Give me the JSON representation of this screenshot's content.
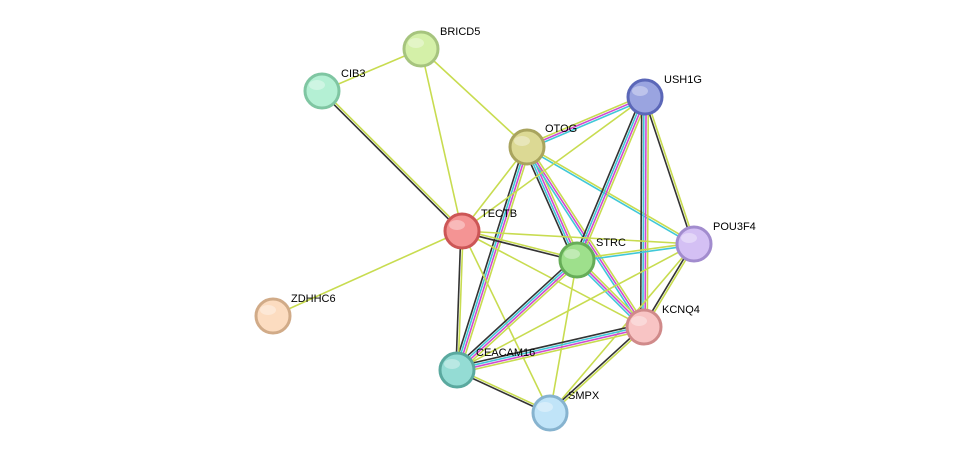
{
  "network": {
    "nodes": [
      {
        "id": "BRICD5",
        "label": "BRICD5",
        "fill": "#d4f0a8",
        "stroke": "#a6c47e"
      },
      {
        "id": "CIB3",
        "label": "CIB3",
        "fill": "#b4f0d4",
        "stroke": "#7fc6a2"
      },
      {
        "id": "USH1G",
        "label": "USH1G",
        "fill": "#9aa4e0",
        "stroke": "#5b67b8"
      },
      {
        "id": "OTOG",
        "label": "OTOG",
        "fill": "#dcd994",
        "stroke": "#a9a45e"
      },
      {
        "id": "TECTB",
        "label": "TECTB",
        "fill": "#f49494",
        "stroke": "#cc5656"
      },
      {
        "id": "STRC",
        "label": "STRC",
        "fill": "#9ee08c",
        "stroke": "#66ad57"
      },
      {
        "id": "POU3F4",
        "label": "POU3F4",
        "fill": "#d4c0f4",
        "stroke": "#a28cce"
      },
      {
        "id": "ZDHHC6",
        "label": "ZDHHC6",
        "fill": "#fcdcc0",
        "stroke": "#d1ab88"
      },
      {
        "id": "KCNQ4",
        "label": "KCNQ4",
        "fill": "#f8c4c4",
        "stroke": "#d08a8a"
      },
      {
        "id": "CEACAM16",
        "label": "CEACAM16",
        "fill": "#94dcd4",
        "stroke": "#5aa99f"
      },
      {
        "id": "SMPX",
        "label": "SMPX",
        "fill": "#c0e4f8",
        "stroke": "#86b3cf"
      }
    ],
    "edges": [
      {
        "source": "BRICD5",
        "target": "CIB3",
        "types": [
          "textmining"
        ]
      },
      {
        "source": "BRICD5",
        "target": "TECTB",
        "types": [
          "textmining"
        ]
      },
      {
        "source": "BRICD5",
        "target": "OTOG",
        "types": [
          "textmining"
        ]
      },
      {
        "source": "CIB3",
        "target": "TECTB",
        "types": [
          "textmining",
          "coexpression"
        ]
      },
      {
        "source": "ZDHHC6",
        "target": "TECTB",
        "types": [
          "textmining"
        ]
      },
      {
        "source": "OTOG",
        "target": "USH1G",
        "types": [
          "textmining",
          "experiments",
          "database"
        ]
      },
      {
        "source": "OTOG",
        "target": "TECTB",
        "types": [
          "textmining"
        ]
      },
      {
        "source": "OTOG",
        "target": "STRC",
        "types": [
          "textmining",
          "experiments",
          "database",
          "coexpression"
        ]
      },
      {
        "source": "OTOG",
        "target": "POU3F4",
        "types": [
          "textmining",
          "database"
        ]
      },
      {
        "source": "OTOG",
        "target": "KCNQ4",
        "types": [
          "textmining",
          "experiments",
          "database"
        ]
      },
      {
        "source": "OTOG",
        "target": "CEACAM16",
        "types": [
          "textmining",
          "experiments",
          "database",
          "coexpression"
        ]
      },
      {
        "source": "USH1G",
        "target": "TECTB",
        "types": [
          "textmining"
        ]
      },
      {
        "source": "USH1G",
        "target": "STRC",
        "types": [
          "textmining",
          "experiments",
          "database",
          "coexpression"
        ]
      },
      {
        "source": "USH1G",
        "target": "POU3F4",
        "types": [
          "textmining",
          "coexpression"
        ]
      },
      {
        "source": "USH1G",
        "target": "KCNQ4",
        "types": [
          "textmining",
          "experiments",
          "database",
          "coexpression"
        ]
      },
      {
        "source": "TECTB",
        "target": "STRC",
        "types": [
          "textmining",
          "coexpression"
        ]
      },
      {
        "source": "TECTB",
        "target": "POU3F4",
        "types": [
          "textmining"
        ]
      },
      {
        "source": "TECTB",
        "target": "KCNQ4",
        "types": [
          "textmining"
        ]
      },
      {
        "source": "TECTB",
        "target": "CEACAM16",
        "types": [
          "textmining",
          "coexpression"
        ]
      },
      {
        "source": "TECTB",
        "target": "SMPX",
        "types": [
          "textmining"
        ]
      },
      {
        "source": "STRC",
        "target": "POU3F4",
        "types": [
          "textmining",
          "database"
        ]
      },
      {
        "source": "STRC",
        "target": "KCNQ4",
        "types": [
          "textmining",
          "experiments",
          "database"
        ]
      },
      {
        "source": "STRC",
        "target": "CEACAM16",
        "types": [
          "textmining",
          "experiments",
          "database",
          "coexpression"
        ]
      },
      {
        "source": "STRC",
        "target": "SMPX",
        "types": [
          "textmining"
        ]
      },
      {
        "source": "POU3F4",
        "target": "KCNQ4",
        "types": [
          "textmining",
          "coexpression"
        ]
      },
      {
        "source": "POU3F4",
        "target": "CEACAM16",
        "types": [
          "textmining"
        ]
      },
      {
        "source": "POU3F4",
        "target": "SMPX",
        "types": [
          "textmining"
        ]
      },
      {
        "source": "KCNQ4",
        "target": "CEACAM16",
        "types": [
          "textmining",
          "experiments",
          "database",
          "coexpression"
        ]
      },
      {
        "source": "KCNQ4",
        "target": "SMPX",
        "types": [
          "textmining",
          "coexpression"
        ]
      },
      {
        "source": "CEACAM16",
        "target": "SMPX",
        "types": [
          "textmining",
          "coexpression"
        ]
      }
    ],
    "edge_colors": {
      "textmining": "#c8dc50",
      "experiments": "#d04ad0",
      "database": "#40c8d8",
      "coexpression": "#333333"
    }
  }
}
